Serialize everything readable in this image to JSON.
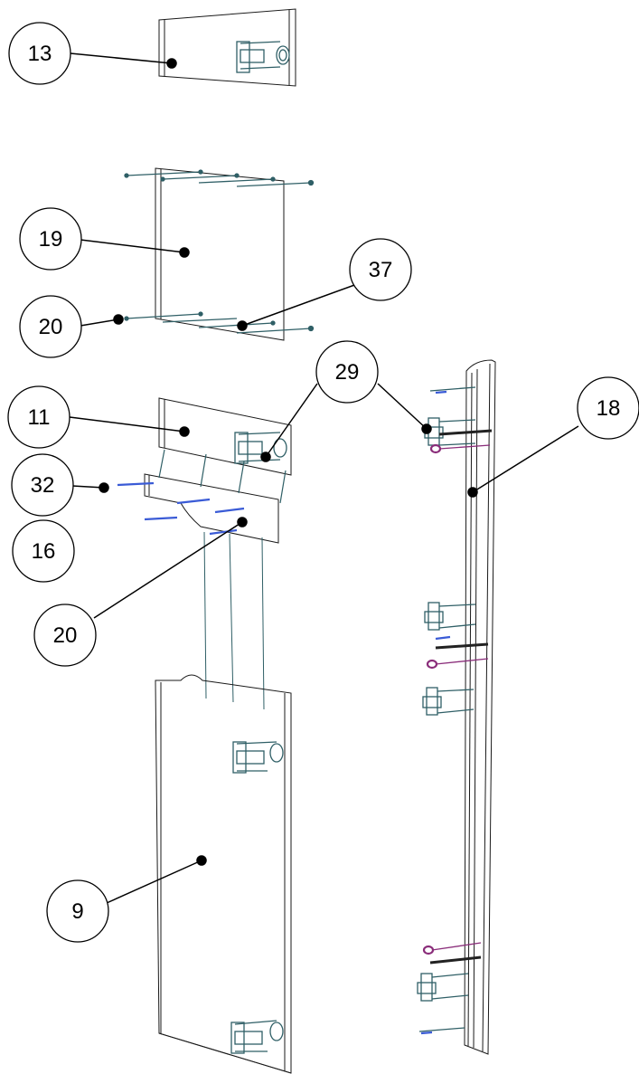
{
  "callouts": [
    {
      "id": "c13",
      "label": "13"
    },
    {
      "id": "c19",
      "label": "19"
    },
    {
      "id": "c37",
      "label": "37"
    },
    {
      "id": "c20a",
      "label": "20"
    },
    {
      "id": "c29",
      "label": "29"
    },
    {
      "id": "c18",
      "label": "18"
    },
    {
      "id": "c11",
      "label": "11"
    },
    {
      "id": "c32",
      "label": "32"
    },
    {
      "id": "c16",
      "label": "16"
    },
    {
      "id": "c20b",
      "label": "20"
    },
    {
      "id": "c9",
      "label": "9"
    }
  ],
  "colors": {
    "outline": "#1a1a1a",
    "hardware": "#2f5f66",
    "screw_blue": "#3a5bd6",
    "ring_purple": "#8a2d7a",
    "leader": "#000000"
  }
}
